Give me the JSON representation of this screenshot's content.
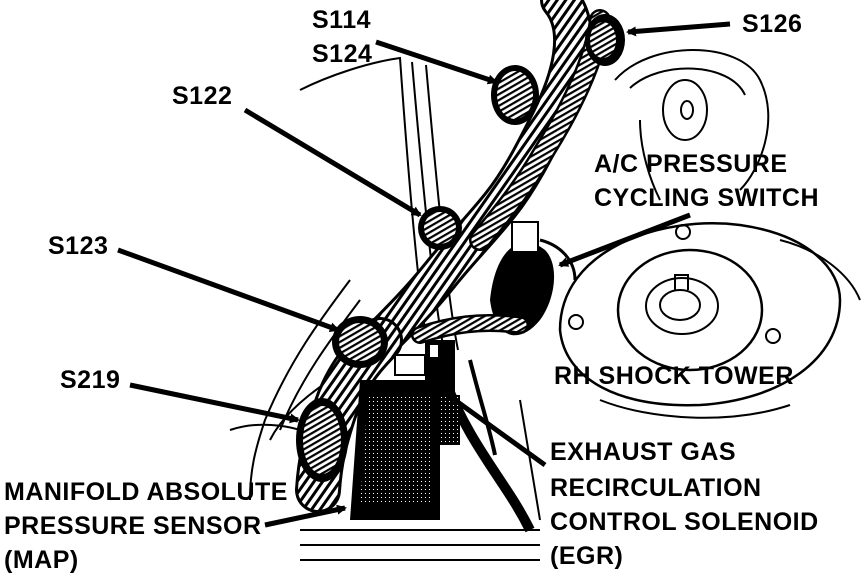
{
  "labels": {
    "s114": "S114",
    "s124": "S124",
    "s126": "S126",
    "s122": "S122",
    "s123": "S123",
    "s219": "S219",
    "ac_line1": "A/C PRESSURE",
    "ac_line2": "CYCLING SWITCH",
    "shock": "RH SHOCK TOWER",
    "egr_line1": "EXHAUST GAS",
    "egr_line2": "RECIRCULATION",
    "egr_line3": "CONTROL SOLENOID",
    "egr_line4": "(EGR)",
    "map_line1": "MANIFOLD ABSOLUTE",
    "map_line2": "PRESSURE SENSOR",
    "map_line3": "(MAP)"
  },
  "colors": {
    "ink": "#000000",
    "paper": "#ffffff"
  }
}
